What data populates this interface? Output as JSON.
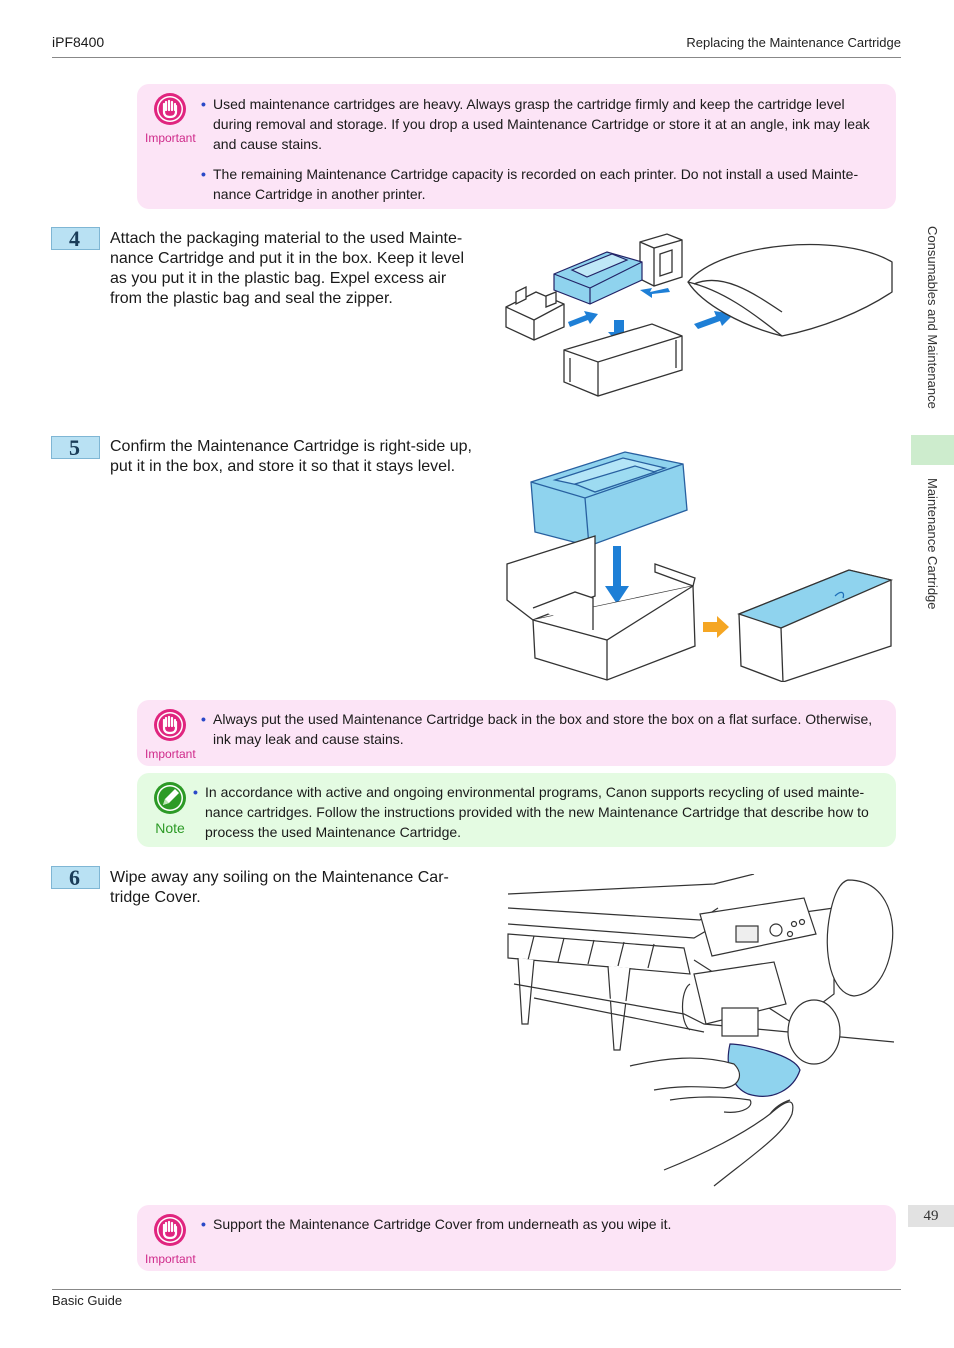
{
  "header": {
    "left": "iPF8400",
    "right": "Replacing the Maintenance Cartridge"
  },
  "sidebar": {
    "section": "Consumables and Maintenance",
    "subsection": "Maintenance Cartridge"
  },
  "page_number": "49",
  "footer": {
    "left": "Basic Guide"
  },
  "important_label": "Important",
  "note_label": "Note",
  "box1": {
    "items": [
      "Used maintenance cartridges are heavy. Always grasp the cartridge firmly and keep the cartridge level during removal and storage. If you drop a used Maintenance Cartridge or store it at an angle, ink may leak and cause stains.",
      "The remaining Maintenance Cartridge capacity is recorded on each printer. Do not install a used Mainte-nance Cartridge in another printer."
    ]
  },
  "steps": [
    {
      "num": "4",
      "text": "Attach the packaging material to the used Mainte-nance Cartridge and put it in the box. Keep it level as you put it in the plastic bag. Expel excess air from the plastic bag and seal the zipper."
    },
    {
      "num": "5",
      "text": "Confirm the Maintenance Cartridge is right-side up, put it in the box, and store it so that it stays level."
    },
    {
      "num": "6",
      "text": "Wipe away any soiling on the Maintenance Car-tridge Cover."
    }
  ],
  "box2": {
    "items": [
      "Always put the used Maintenance Cartridge back in the box and store the box on a flat surface. Otherwise, ink may leak and cause stains."
    ]
  },
  "note1": {
    "items": [
      "In accordance with active and ongoing environmental programs, Canon supports recycling of used mainte-nance cartridges. Follow the instructions provided with the new Maintenance Cartridge that describe how to process the used Maintenance Cartridge."
    ]
  },
  "box3": {
    "items": [
      "Support the Maintenance Cartridge Cover from underneath as you wipe it."
    ]
  },
  "colors": {
    "important_bg": "#fce4f6",
    "note_bg": "#e4fbe2",
    "step_bg": "#b9e1f3",
    "cartridge_blue": "#8fd3ee",
    "arrow_blue": "#1e7fd6",
    "arrow_orange": "#f5a623"
  }
}
